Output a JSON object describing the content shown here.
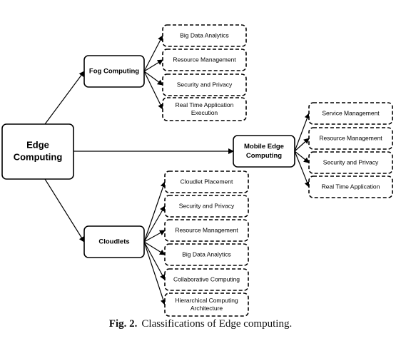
{
  "root": {
    "label": "Edge Computing",
    "lines": [
      "Edge",
      "Computing"
    ]
  },
  "categories": [
    {
      "id": "fog",
      "lines": [
        "Fog Computing"
      ],
      "children": [
        [
          "Big Data Analytics"
        ],
        [
          "Resource Management"
        ],
        [
          "Security and Privacy"
        ],
        [
          "Real Time Application",
          "Execution"
        ]
      ]
    },
    {
      "id": "mec",
      "lines": [
        "Mobile Edge",
        "Computing"
      ],
      "children": [
        [
          "Service Management"
        ],
        [
          "Resource Management"
        ],
        [
          "Security and Privacy"
        ],
        [
          "Real Time Application"
        ]
      ]
    },
    {
      "id": "cloudlets",
      "lines": [
        "Cloudlets"
      ],
      "children": [
        [
          "Cloudlet Placement"
        ],
        [
          "Security and Privacy"
        ],
        [
          "Resource Management"
        ],
        [
          "Big Data Analytics"
        ],
        [
          "Collaborative Computing"
        ],
        [
          "Hierarchical Computing",
          "Architecture"
        ]
      ]
    }
  ],
  "caption": {
    "label": "Fig. 2.",
    "text": "Classifications of Edge computing."
  }
}
